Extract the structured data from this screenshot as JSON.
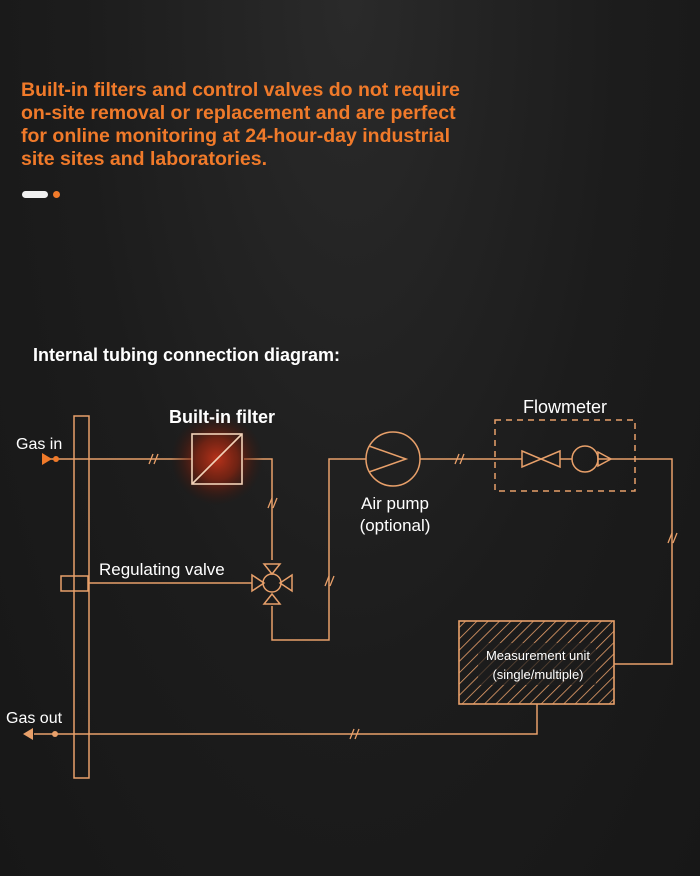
{
  "headline": "Built-in filters and control valves do not require\non-site removal or replacement and are perfect\nfor online monitoring at 24-hour-day industrial\nsite sites and laboratories.",
  "diagram": {
    "title": "Internal tubing connection diagram:",
    "labels": {
      "gas_in": "Gas in",
      "gas_out": "Gas out",
      "filter": "Built-in filter",
      "regulating_valve": "Regulating valve",
      "air_pump": "Air pump",
      "air_pump_note": "(optional)",
      "flowmeter": "Flowmeter",
      "measurement_unit": "Measurement unit",
      "measurement_unit_note": "(single/multiple)"
    }
  },
  "colors": {
    "accent": "#f07a2a",
    "line": "#e8a06a",
    "text": "#ffffff",
    "background": "#1c1c1c"
  }
}
